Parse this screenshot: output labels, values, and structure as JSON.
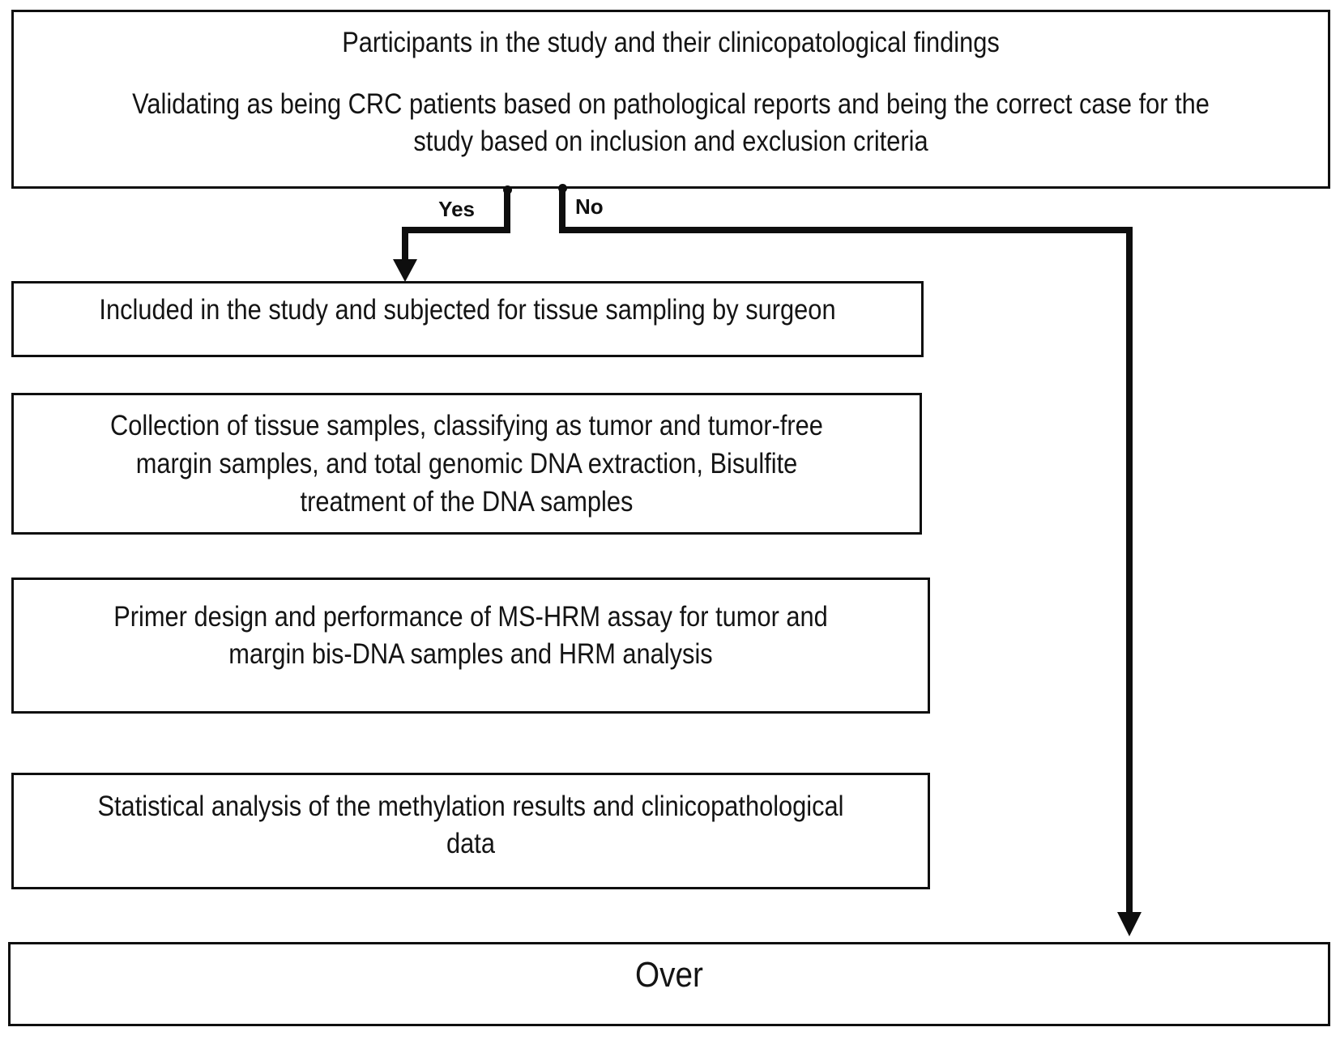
{
  "figure": {
    "background_color": "#ffffff",
    "line_color": "#0e0e0e",
    "text_color": "#141414"
  },
  "flowchart": {
    "top_box": {
      "title": "Participants in the study and their clinicopatological findings",
      "subtitle": "Validating as being CRC patients based on pathological reports and being the correct case for the\nstudy based on inclusion and exclusion criteria"
    },
    "branches": {
      "yes_label": "Yes",
      "no_label": "No"
    },
    "steps": [
      {
        "text": "Included in the study and subjected for tissue sampling by surgeon"
      },
      {
        "text": "Collection of tissue samples, classifying as tumor and tumor-free\nmargin samples, and total genomic DNA extraction, Bisulfite\ntreatment of the DNA samples"
      },
      {
        "text": "Primer design and performance of MS-HRM assay for tumor and\nmargin bis-DNA samples and HRM analysis"
      },
      {
        "text": "Statistical analysis of the methylation results and clinicopathological\ndata"
      }
    ],
    "terminal_box": {
      "text": "Over"
    }
  }
}
